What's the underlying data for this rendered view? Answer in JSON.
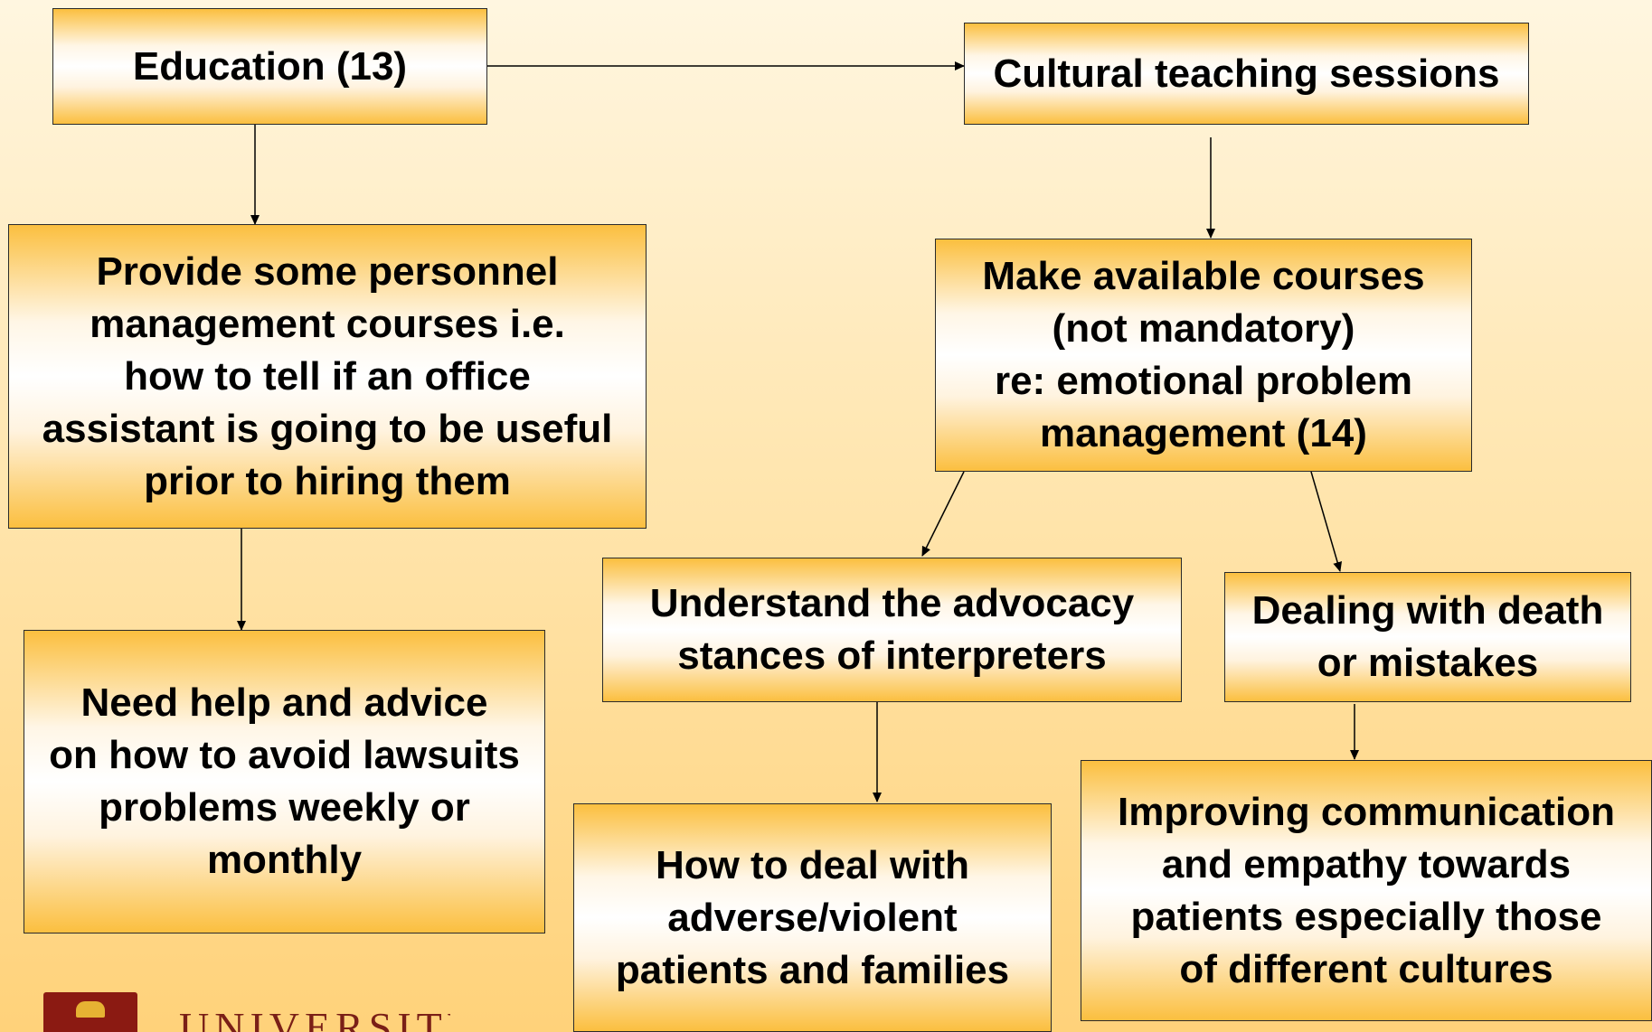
{
  "boxes": {
    "education": "Education (13)",
    "cultural": "Cultural teaching sessions",
    "personnel": "Provide some personnel\nmanagement courses i.e.\nhow to tell if an office\nassistant is going to be useful\nprior to hiring them",
    "courses": "Make available courses\n(not mandatory)\nre: emotional problem\nmanagement   (14)",
    "advocacy": "Understand the advocacy\nstances of interpreters",
    "death": "Dealing with death\nor mistakes",
    "lawsuits": "Need help and advice\non how to avoid lawsuits\nproblems weekly or\nmonthly",
    "adverse": "How to deal with\nadverse/violent\npatients and families",
    "communication": "Improving communication\nand empathy towards\npatients especially those\nof different cultures"
  },
  "logo": {
    "text": "UNIVERSITY",
    "seal_color": "#8b1a12",
    "text_color": "#7a1f17"
  },
  "colors": {
    "box_edge": "#fbbf3f",
    "box_center": "#ffffff",
    "line": "#000000"
  }
}
